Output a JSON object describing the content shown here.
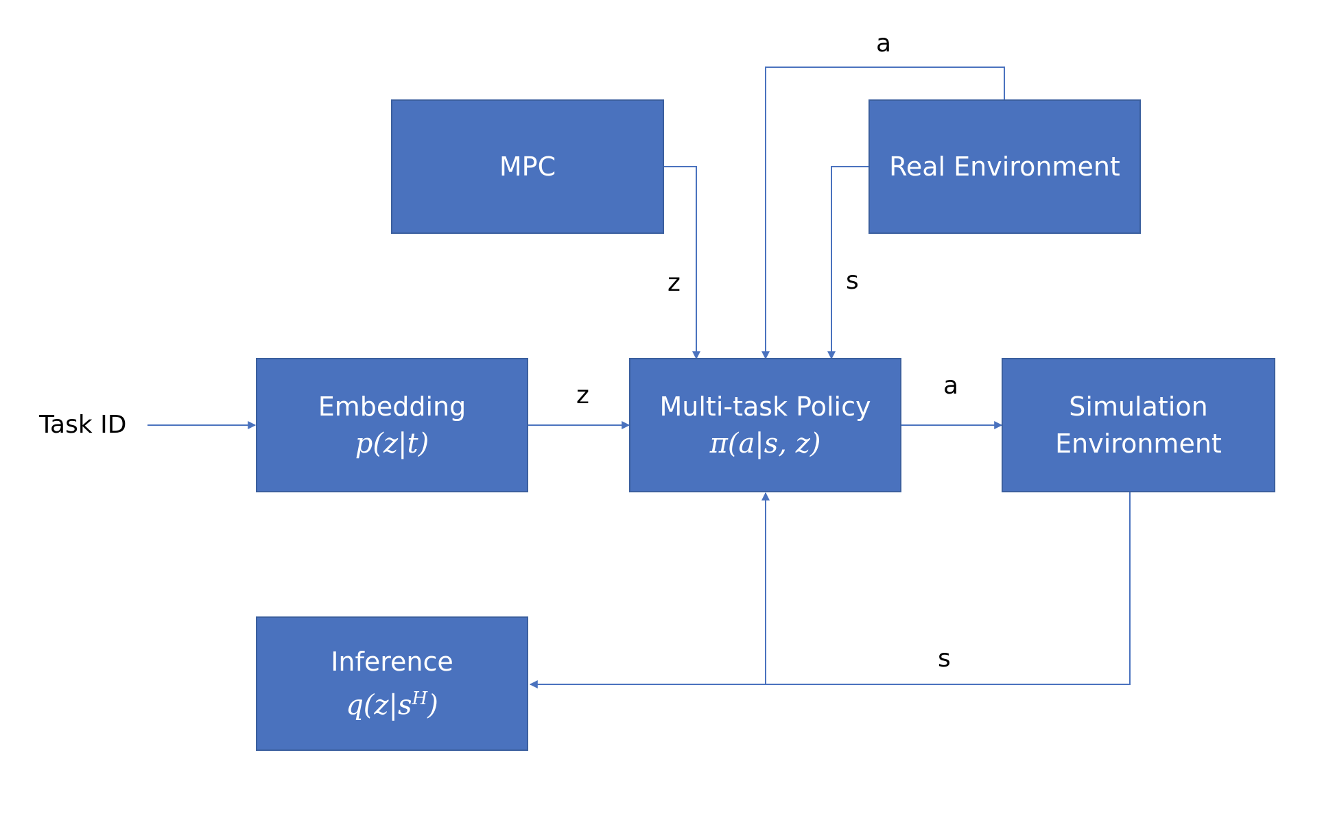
{
  "diagram": {
    "input_label": "Task ID",
    "boxes": {
      "mpc": {
        "title": "MPC"
      },
      "real_env": {
        "title": "Real Environment"
      },
      "embedding": {
        "title": "Embedding",
        "formula": "p(z|t)"
      },
      "policy": {
        "title": "Multi-task Policy",
        "formula": "π(a|s, z)"
      },
      "sim_env": {
        "title_line1": "Simulation",
        "title_line2": "Environment"
      },
      "inference": {
        "title": "Inference",
        "formula_base": "q(z|s",
        "formula_sup": "H",
        "formula_end": ")"
      }
    },
    "edge_labels": {
      "top_a": "a",
      "mpc_z": "z",
      "real_s": "s",
      "embed_z": "z",
      "policy_a": "a",
      "sim_s": "s"
    },
    "colors": {
      "box_fill": "#4a72be",
      "box_border": "#3b5f9e",
      "arrow": "#4a72be"
    }
  }
}
